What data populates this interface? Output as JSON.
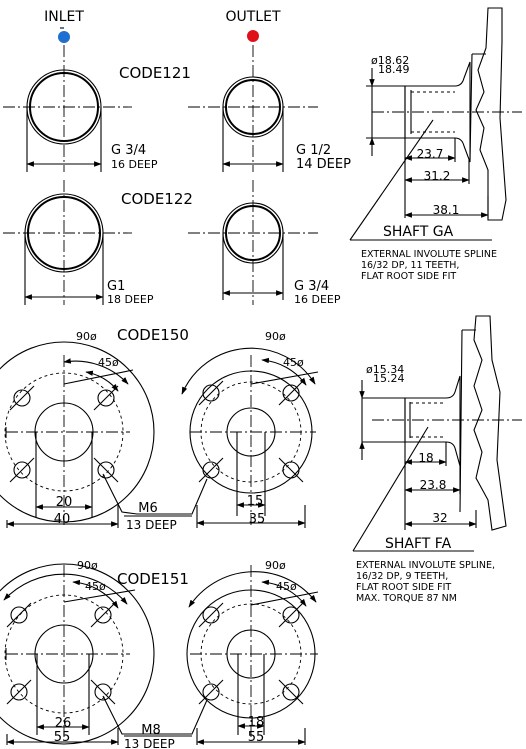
{
  "ports": {
    "inlet": {
      "label": "INLET",
      "color": "#1e6fd0"
    },
    "outlet": {
      "label": "OUTLET",
      "color": "#e0101a"
    }
  },
  "code121": {
    "title": "CODE121",
    "outlet_thread": "G 1/2",
    "outlet_depth": "14 DEEP",
    "inlet_thread": "G 3/4",
    "inlet_depth": "16 DEEP"
  },
  "code122": {
    "title": "CODE122",
    "inlet_thread": "G1",
    "inlet_depth": "18 DEEP",
    "outlet_thread": "G 3/4",
    "outlet_depth": "16 DEEP"
  },
  "code150": {
    "title": "CODE150",
    "angle_90": "90ø",
    "angle_45": "45ø",
    "inlet_inner": "20",
    "inlet_outer": "40",
    "outlet_inner": "15",
    "outlet_outer": "35",
    "bolt": "M6",
    "bolt_depth": "13 DEEP"
  },
  "code151": {
    "title": "CODE151",
    "angle_90": "90ø",
    "angle_45": "45ø",
    "inlet_inner": "26",
    "inlet_outer": "55",
    "outlet_inner": "18",
    "outlet_outer": "55",
    "bolt": "M8",
    "bolt_depth": "13 DEEP"
  },
  "shaft_ga": {
    "dia_max": "ø18.62",
    "dia_min": "18.49",
    "dim1": "23.7",
    "dim2": "31.2",
    "dim3": "38.1",
    "title": "SHAFT GA",
    "note_lines": [
      "EXTERNAL INVOLUTE SPLINE",
      "16/32 DP, 11 TEETH,",
      "FLAT ROOT SIDE FIT"
    ]
  },
  "shaft_fa": {
    "dia_max": "ø15.34",
    "dia_min": "15.24",
    "dim1": "18",
    "dim2": "23.8",
    "dim3": "32",
    "title": "SHAFT FA",
    "note_lines": [
      "EXTERNAL INVOLUTE SPLINE,",
      "16/32 DP, 9 TEETH,",
      "FLAT ROOT SIDE FIT",
      "MAX. TORQUE 87 NM"
    ]
  }
}
